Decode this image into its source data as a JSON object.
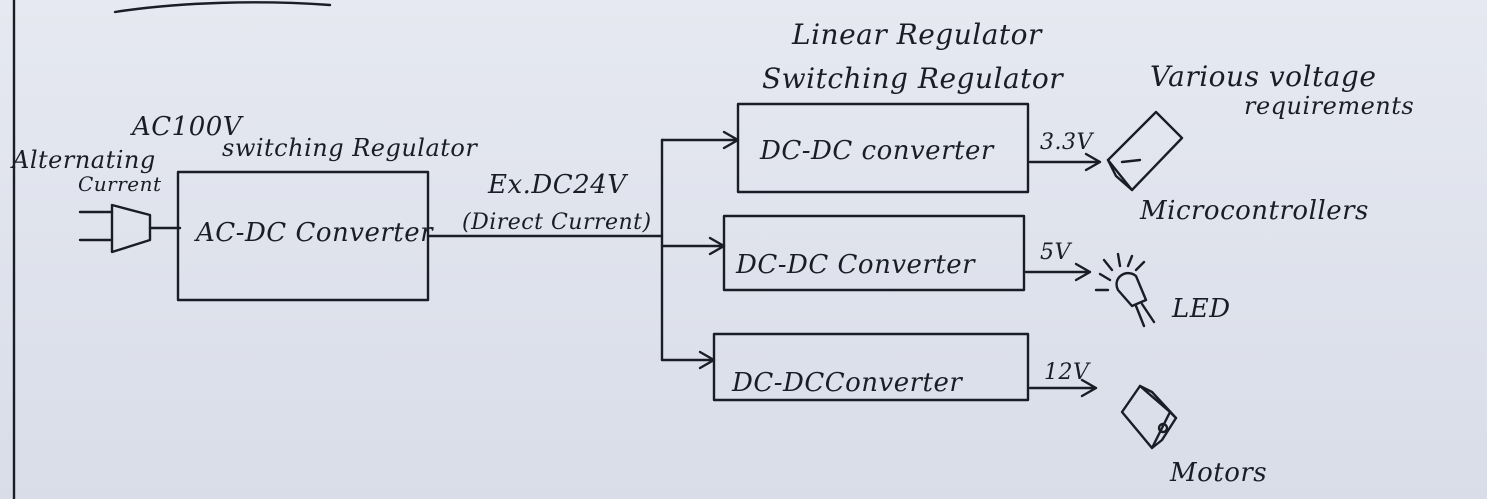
{
  "labels": {
    "input_voltage": "AC100V",
    "source_line1": "Alternating",
    "source_line2": "Current",
    "converter_type_main": "switching Regulator",
    "dc_output": "Ex.DC24V",
    "dc_output_desc": "(Direct Current)",
    "regulator_option1": "Linear Regulator",
    "regulator_option2": "Switching Regulator",
    "loads_note_line1": "Various voltage",
    "loads_note_line2": "requirements"
  },
  "blocks": {
    "ac_dc": "AC-DC Converter",
    "dc_dc_1": "DC-DC converter",
    "dc_dc_2": "DC-DC Converter",
    "dc_dc_3": "DC-DCConverter"
  },
  "outputs": [
    {
      "voltage": "3.3V",
      "load": "Microcontrollers",
      "icon": "microcontroller-icon"
    },
    {
      "voltage": "5V",
      "load": "LED",
      "icon": "led-icon"
    },
    {
      "voltage": "12V",
      "load": "Motors",
      "icon": "motor-icon"
    }
  ]
}
